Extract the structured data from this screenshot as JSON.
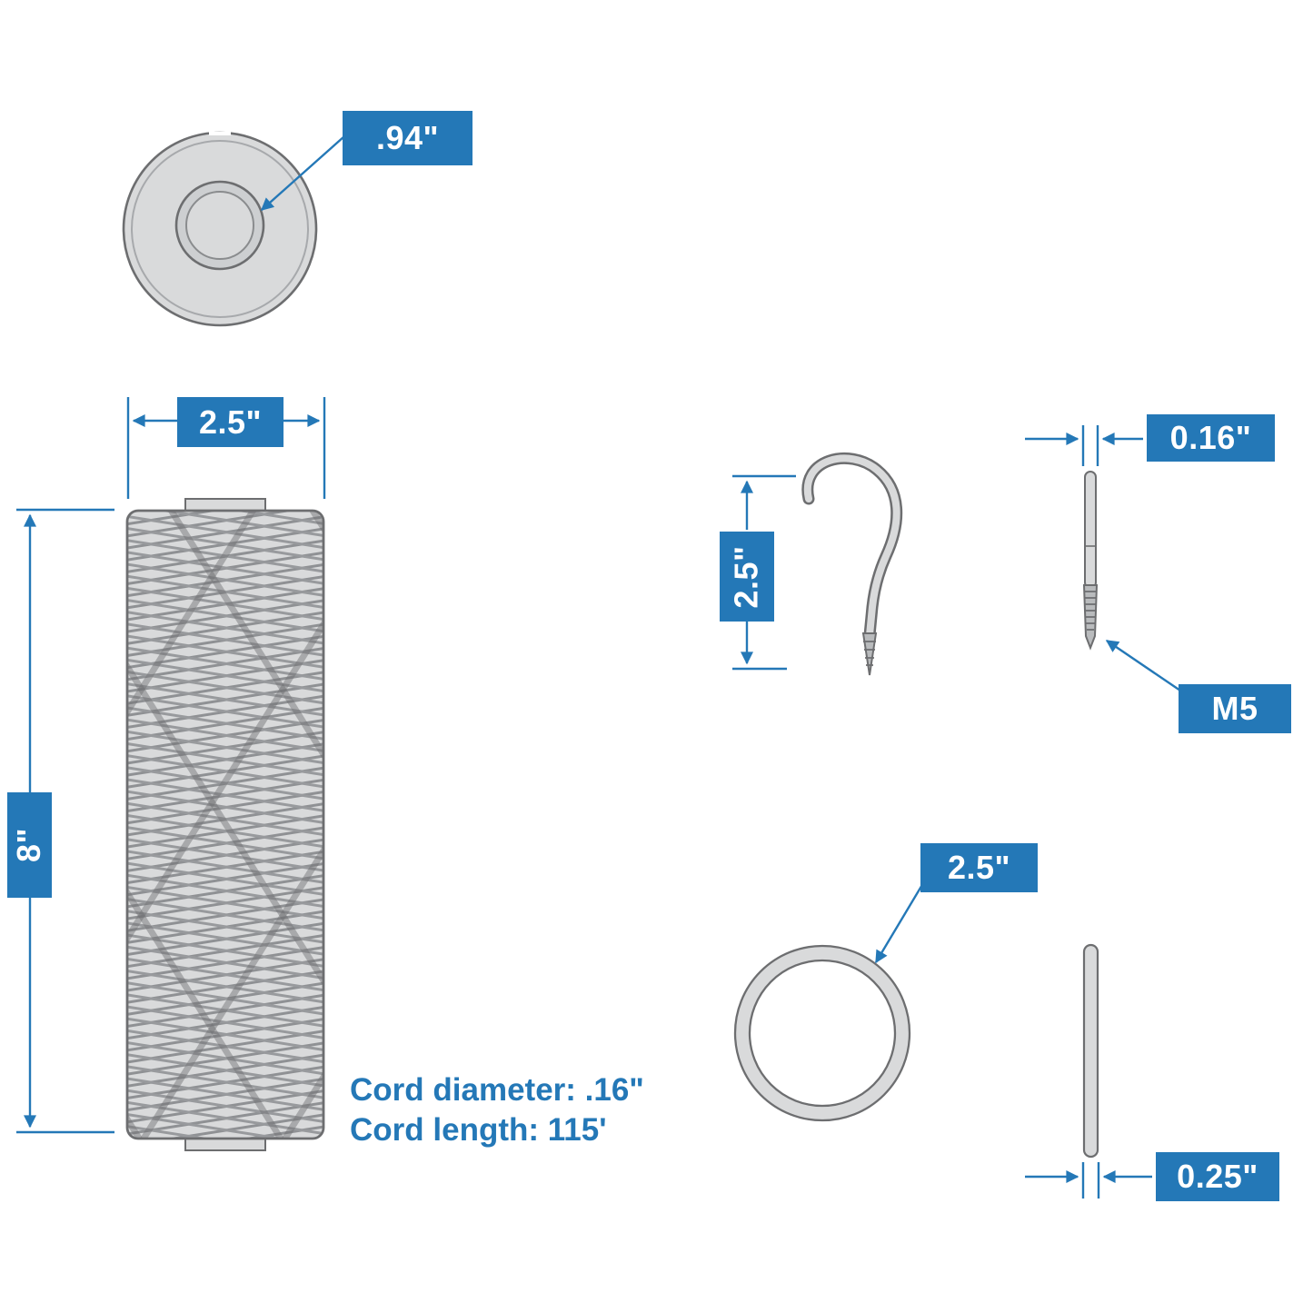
{
  "colors": {
    "accent": "#2478b7",
    "outline": "#6d6e70",
    "fill_light": "#d9dadb"
  },
  "dimensions": {
    "spool_hole_diameter": ".94\"",
    "spool_width": "2.5\"",
    "spool_height": "8\"",
    "hook_length": "2.5\"",
    "screw_shaft_diameter": "0.16\"",
    "screw_thread_size": "M5",
    "ring_diameter": "2.5\"",
    "rod_diameter": "0.25\""
  },
  "notes": {
    "cord_diameter": "Cord diameter: .16\"",
    "cord_length": "Cord length: 115'"
  }
}
